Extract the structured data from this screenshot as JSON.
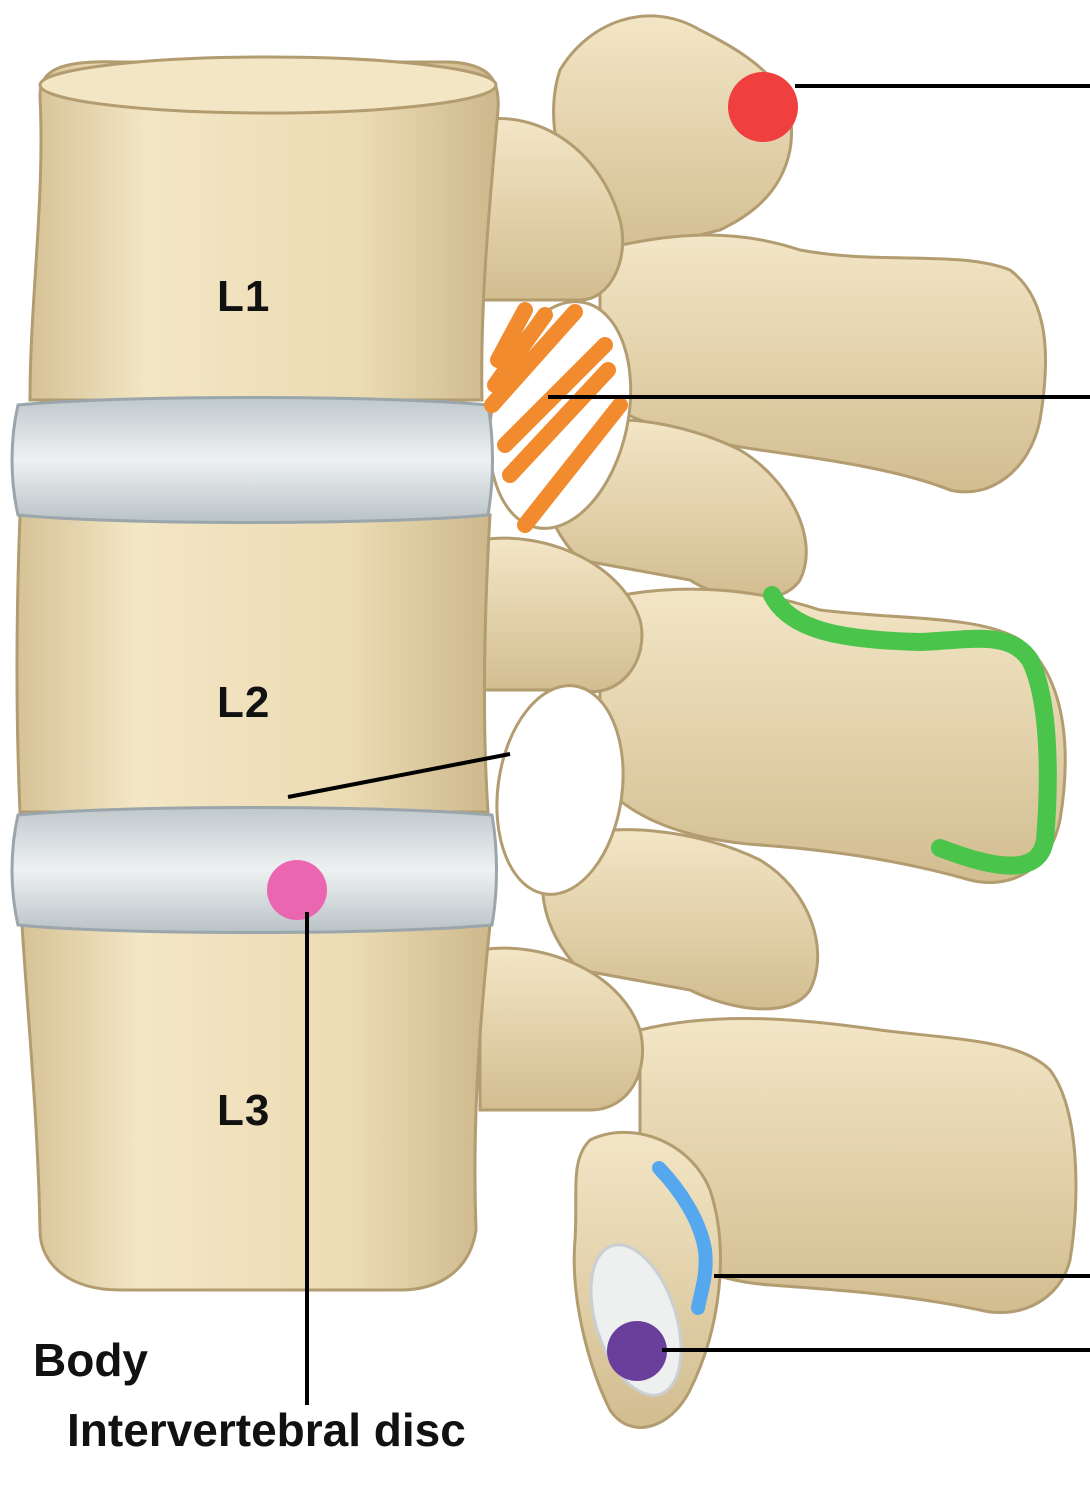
{
  "vertebra_labels": [
    "L1",
    "L2",
    "L3"
  ],
  "captions": {
    "body": "Body",
    "intervertebral_disc": "Intervertebral disc"
  },
  "colors": {
    "bone": "#ecdcb4",
    "bone_shadow": "#c9b48a",
    "bone_highlight": "#f7ecd0",
    "disc": "#d7dde0",
    "facet": "#eef0f0",
    "leader_line": "#000000",
    "marker_red": "#ef3f3f",
    "marker_orange": "#f28a2e",
    "marker_green": "#4bc44b",
    "marker_pink": "#ea66b0",
    "marker_blue": "#56a8ee",
    "marker_purple": "#6a3f9c"
  },
  "markers": [
    {
      "name": "superior-articular-process-marker",
      "color_key": "marker_red",
      "shape": "dot"
    },
    {
      "name": "intervertebral-foramen-marker",
      "color_key": "marker_orange",
      "shape": "hatching"
    },
    {
      "name": "transverse-process-marker",
      "color_key": "marker_green",
      "shape": "outline"
    },
    {
      "name": "intervertebral-disc-marker",
      "color_key": "marker_pink",
      "shape": "dot"
    },
    {
      "name": "inferior-articular-process-marker",
      "color_key": "marker_blue",
      "shape": "stroke"
    },
    {
      "name": "inferior-articular-facet-marker",
      "color_key": "marker_purple",
      "shape": "dot"
    }
  ]
}
